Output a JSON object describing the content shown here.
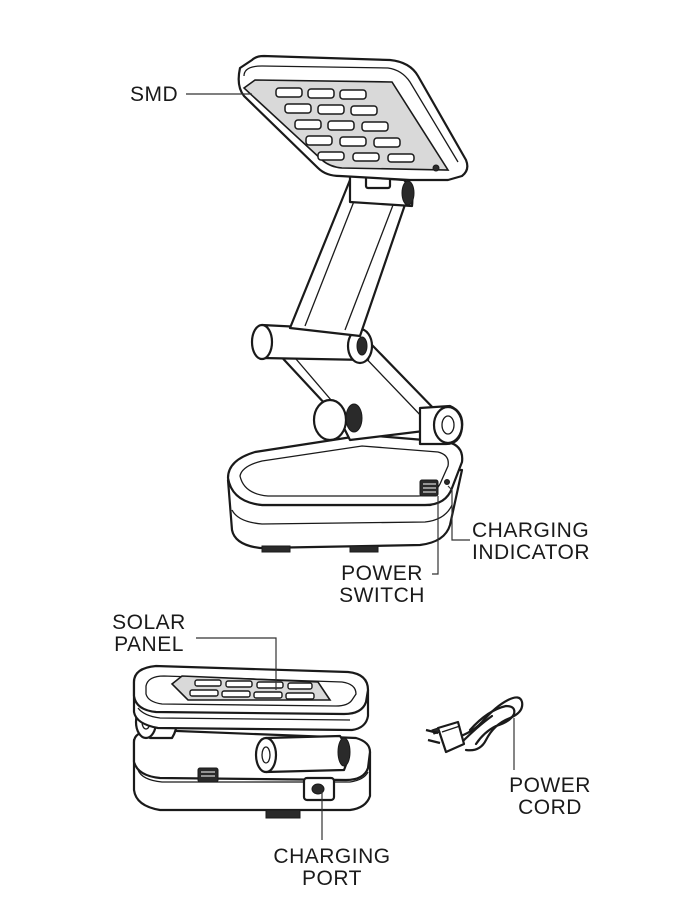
{
  "labels": {
    "smd": "SMD",
    "charging_indicator": [
      "CHARGING",
      "INDICATOR"
    ],
    "power_switch": [
      "POWER",
      "SWITCH"
    ],
    "solar_panel": [
      "SOLAR",
      "PANEL"
    ],
    "power_cord": [
      "POWER",
      "CORD"
    ],
    "charging_port": [
      "CHARGING",
      "PORT"
    ]
  }
}
